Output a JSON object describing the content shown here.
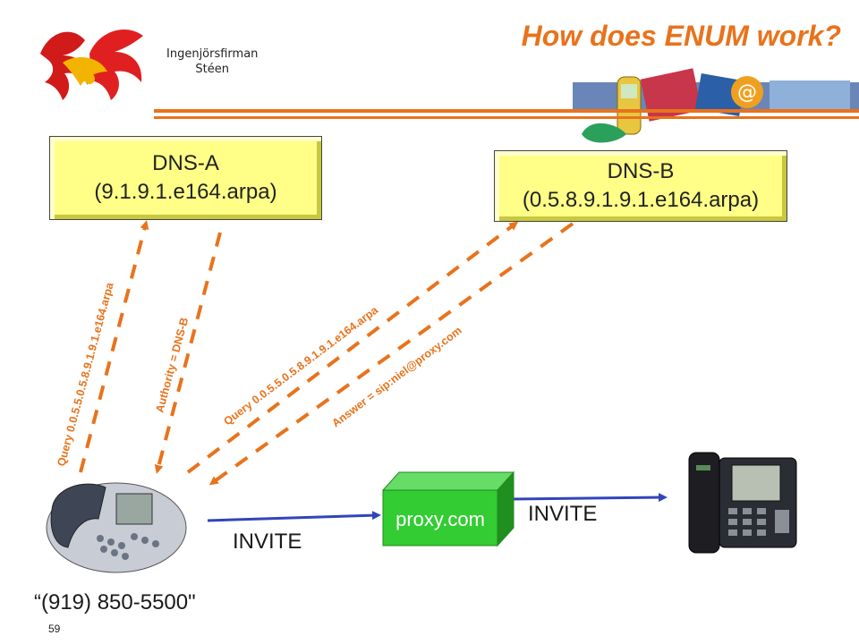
{
  "slide": {
    "title": "How does ENUM work?",
    "company_line1": "Ingenjörsfirman",
    "company_line2": "Stéen",
    "page_number": "59"
  },
  "nodes": {
    "dns_a": {
      "name": "DNS-A",
      "zone": "(9.1.9.1.e164.arpa)"
    },
    "dns_b": {
      "name": "DNS-B",
      "zone": "(0.5.8.9.1.9.1.e164.arpa)"
    },
    "proxy": {
      "name": "proxy.com"
    },
    "caller_number": "“(919) 850-5500\""
  },
  "edges": {
    "query_a": "Query 0.0.5.5.0.5.8.9.1.9.1.e164.arpa",
    "authority": "Authority = DNS-B",
    "query_b": "Query 0.0.5.5.0.5.8.9.1.9.1.e164.arpa",
    "answer": "Answer = sip:niel@proxy.com",
    "invite_1": "INVITE",
    "invite_2": "INVITE"
  },
  "colors": {
    "accent": "#e8731c",
    "box_fill": "#ffff88",
    "proxy_fill": "#33cc33",
    "invite_arrow": "#3344bb"
  }
}
